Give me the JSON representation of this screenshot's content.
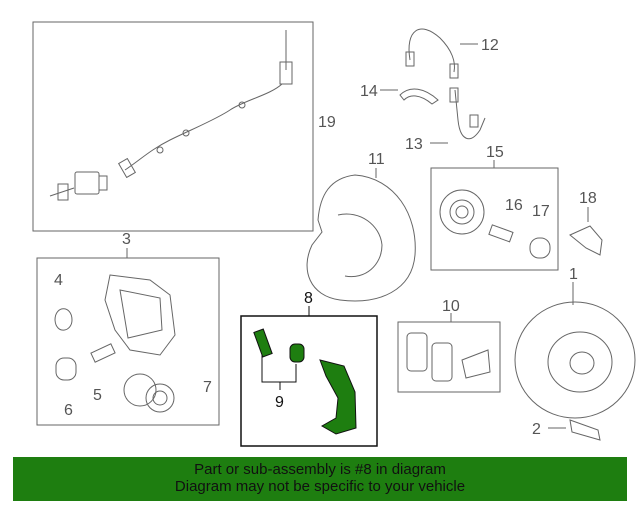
{
  "callouts": {
    "n1": "1",
    "n2": "2",
    "n3": "3",
    "n4": "4",
    "n5": "5",
    "n6": "6",
    "n7": "7",
    "n8": "8",
    "n9": "9",
    "n10": "10",
    "n11": "11",
    "n12": "12",
    "n13": "13",
    "n14": "14",
    "n15": "15",
    "n16": "16",
    "n17": "17",
    "n18": "18",
    "n19": "19"
  },
  "banner": {
    "line1": "Part or sub-assembly is #8 in diagram",
    "line2": "Diagram may not be specific to your vehicle"
  },
  "colors": {
    "highlight": "#1e7e10",
    "line": "#666666",
    "banner_bg": "#1e7e10"
  }
}
